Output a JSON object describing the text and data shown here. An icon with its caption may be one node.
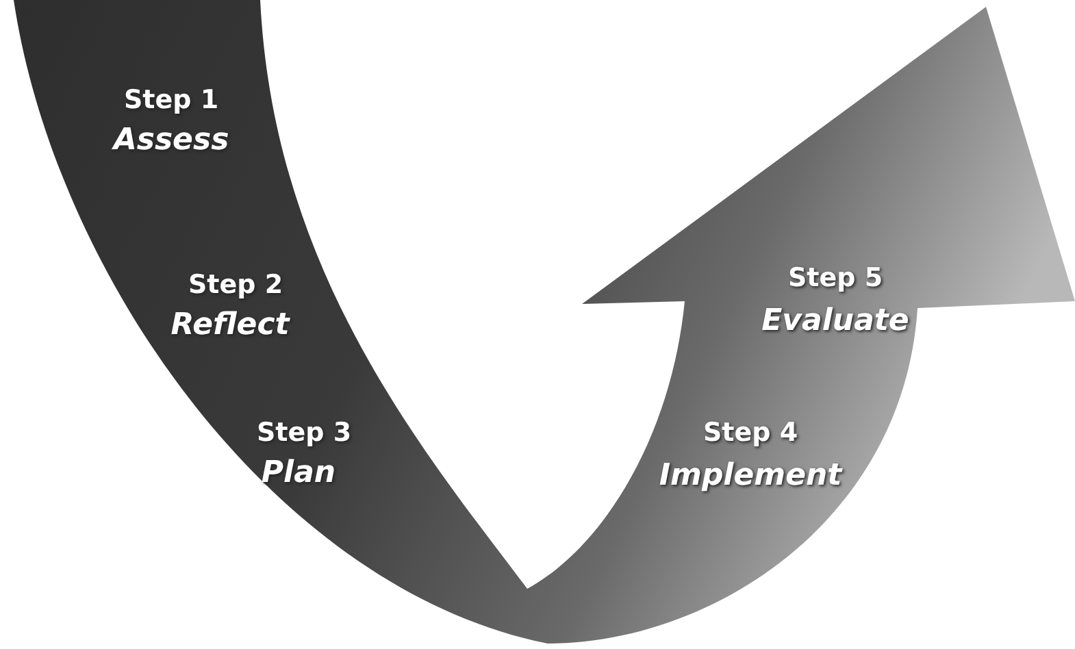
{
  "diagram": {
    "labels": [
      "Step 1",
      "Assess",
      "Step 2",
      "Reflect",
      "Step 3",
      "Plan",
      "Step 4",
      "Implement",
      "Step 5",
      "Evaluate"
    ]
  }
}
